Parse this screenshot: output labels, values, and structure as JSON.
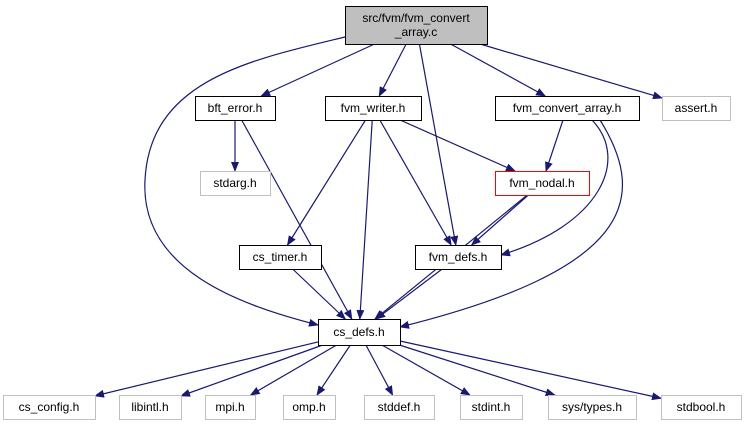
{
  "colors": {
    "edge": "#191970",
    "root_fill": "#bfbfbf",
    "documented_border": "#000000",
    "undocumented_border": "#bfbfbf",
    "truncated_border": "#ff0000",
    "node_fill": "#ffffff"
  },
  "nodes": {
    "root": {
      "lines": [
        "src/fvm/fvm_convert",
        "_array.c"
      ],
      "kind": "root"
    },
    "bft_error": {
      "lines": [
        "bft_error.h"
      ],
      "kind": "documented"
    },
    "fvm_writer": {
      "lines": [
        "fvm_writer.h"
      ],
      "kind": "documented"
    },
    "fvm_convert_array_h": {
      "lines": [
        "fvm_convert_array.h"
      ],
      "kind": "documented"
    },
    "assert": {
      "lines": [
        "assert.h"
      ],
      "kind": "undocumented"
    },
    "stdarg": {
      "lines": [
        "stdarg.h"
      ],
      "kind": "undocumented"
    },
    "fvm_nodal": {
      "lines": [
        "fvm_nodal.h"
      ],
      "kind": "truncated"
    },
    "cs_timer": {
      "lines": [
        "cs_timer.h"
      ],
      "kind": "documented"
    },
    "fvm_defs": {
      "lines": [
        "fvm_defs.h"
      ],
      "kind": "documented"
    },
    "cs_defs": {
      "lines": [
        "cs_defs.h"
      ],
      "kind": "documented"
    },
    "cs_config": {
      "lines": [
        "cs_config.h"
      ],
      "kind": "undocumented"
    },
    "libintl": {
      "lines": [
        "libintl.h"
      ],
      "kind": "undocumented"
    },
    "mpi": {
      "lines": [
        "mpi.h"
      ],
      "kind": "undocumented"
    },
    "omp": {
      "lines": [
        "omp.h"
      ],
      "kind": "undocumented"
    },
    "stddef": {
      "lines": [
        "stddef.h"
      ],
      "kind": "undocumented"
    },
    "stdint": {
      "lines": [
        "stdint.h"
      ],
      "kind": "undocumented"
    },
    "sys_types": {
      "lines": [
        "sys/types.h"
      ],
      "kind": "undocumented"
    },
    "stdbool": {
      "lines": [
        "stdbool.h"
      ],
      "kind": "undocumented"
    }
  },
  "edges": [
    [
      "root",
      "bft_error"
    ],
    [
      "root",
      "fvm_writer"
    ],
    [
      "root",
      "fvm_convert_array_h"
    ],
    [
      "root",
      "assert"
    ],
    [
      "root",
      "fvm_defs"
    ],
    [
      "root",
      "cs_defs"
    ],
    [
      "bft_error",
      "stdarg"
    ],
    [
      "bft_error",
      "cs_defs"
    ],
    [
      "fvm_writer",
      "fvm_nodal"
    ],
    [
      "fvm_writer",
      "cs_timer"
    ],
    [
      "fvm_writer",
      "fvm_defs"
    ],
    [
      "fvm_writer",
      "cs_defs"
    ],
    [
      "fvm_convert_array_h",
      "fvm_nodal"
    ],
    [
      "fvm_convert_array_h",
      "fvm_defs"
    ],
    [
      "fvm_convert_array_h",
      "cs_defs"
    ],
    [
      "fvm_nodal",
      "fvm_defs"
    ],
    [
      "fvm_nodal",
      "cs_defs"
    ],
    [
      "cs_timer",
      "cs_defs"
    ],
    [
      "fvm_defs",
      "cs_defs"
    ],
    [
      "cs_defs",
      "cs_config"
    ],
    [
      "cs_defs",
      "libintl"
    ],
    [
      "cs_defs",
      "mpi"
    ],
    [
      "cs_defs",
      "omp"
    ],
    [
      "cs_defs",
      "stddef"
    ],
    [
      "cs_defs",
      "stdint"
    ],
    [
      "cs_defs",
      "sys_types"
    ],
    [
      "cs_defs",
      "stdbool"
    ]
  ]
}
